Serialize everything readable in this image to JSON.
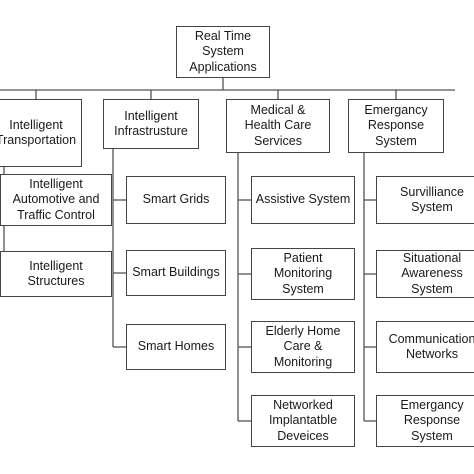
{
  "diagram": {
    "root": "Real Time\nSystem\nApplications",
    "categories": [
      {
        "label": "Intelligent\nTransportation",
        "children": [
          "Intelligent\nAutomotive and\nTraffic Control",
          "Intelligent\nStructures"
        ]
      },
      {
        "label": "Intelligent\nInfrastrusture",
        "children": [
          "Smart Grids",
          "Smart Buildings",
          "Smart Homes"
        ]
      },
      {
        "label": "Medical &\nHealth Care\nServices",
        "children": [
          "Assistive System",
          "Patient\nMonitoring\nSystem",
          "Elderly Home\nCare &\nMonitoring",
          "Networked\nImplantatble\nDeveices"
        ]
      },
      {
        "label": "Emergancy\nResponse\nSystem",
        "children": [
          "Survilliance\nSystem",
          "Situational\nAwareness System",
          "Communication\nNetworks",
          "Emergancy\nResponse\nSystem"
        ]
      }
    ]
  },
  "colors": {
    "line": "#555555",
    "border": "#444444",
    "text": "#1a1a1a"
  }
}
